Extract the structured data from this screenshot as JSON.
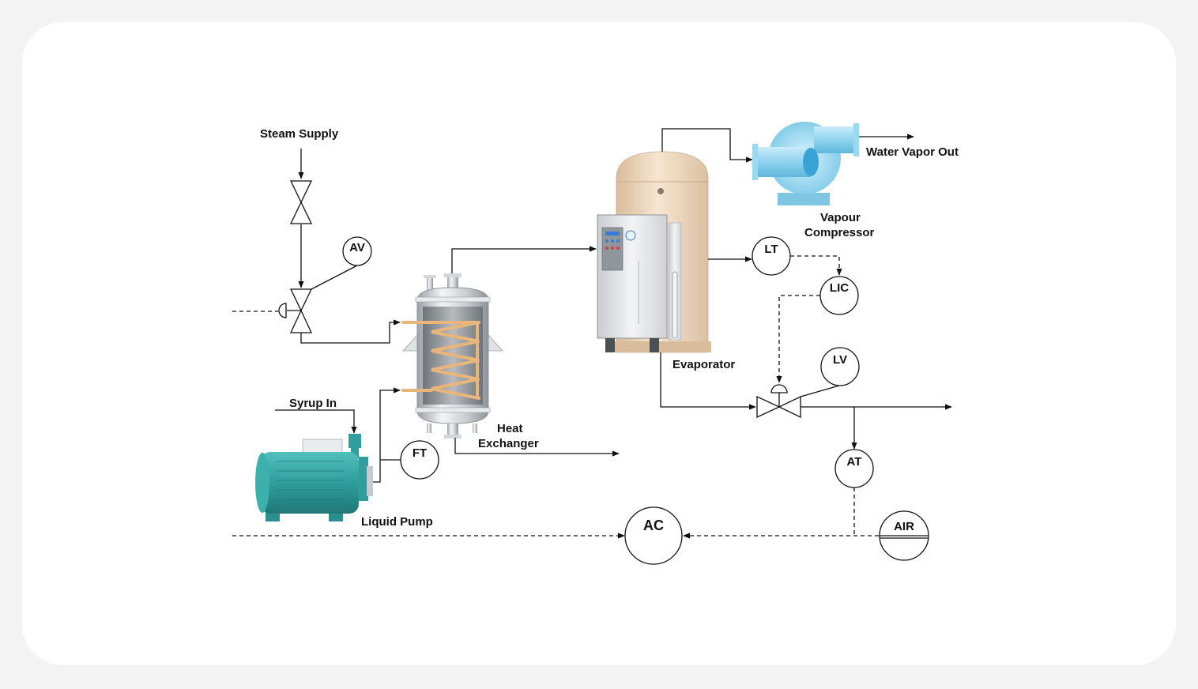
{
  "labels": {
    "steam_supply": "Steam Supply",
    "syrup_in": "Syrup In",
    "liquid_pump": "Liquid Pump",
    "heat_exchanger_line1": "Heat",
    "heat_exchanger_line2": "Exchanger",
    "evaporator": "Evaporator",
    "water_vapor_out": "Water Vapor Out",
    "vapour_compressor_line1": "Vapour",
    "vapour_compressor_line2": "Compressor"
  },
  "instruments": {
    "av": "AV",
    "ft": "FT",
    "lt": "LT",
    "lic": "LIC",
    "lv": "LV",
    "at": "AT",
    "ac": "AC",
    "air": "AIR"
  },
  "colors": {
    "background": "#f3f3f4",
    "card": "#ffffff",
    "pump": "#2f9e9c",
    "evaporator_shell": "#efd9bf",
    "compressor": "#8fd3ef",
    "coil": "#e8b57a"
  }
}
